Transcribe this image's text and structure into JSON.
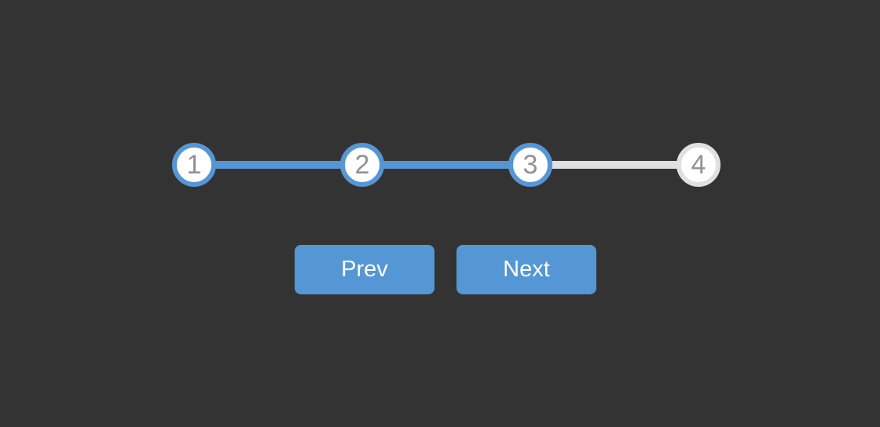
{
  "colors": {
    "background": "#333333",
    "accent_blue": "#5596d5",
    "inactive_gray": "#e0e0e0",
    "circle_fill": "#ffffff",
    "step_number_gray": "#929292",
    "button_text": "#ffffff"
  },
  "stepper": {
    "current_step": "3",
    "steps": [
      {
        "label": "1",
        "state": "active"
      },
      {
        "label": "2",
        "state": "active"
      },
      {
        "label": "3",
        "state": "active"
      },
      {
        "label": "4",
        "state": "inactive"
      }
    ],
    "connectors": [
      {
        "state": "active"
      },
      {
        "state": "active"
      },
      {
        "state": "inactive"
      }
    ]
  },
  "controls": {
    "prev_label": "Prev",
    "next_label": "Next"
  }
}
